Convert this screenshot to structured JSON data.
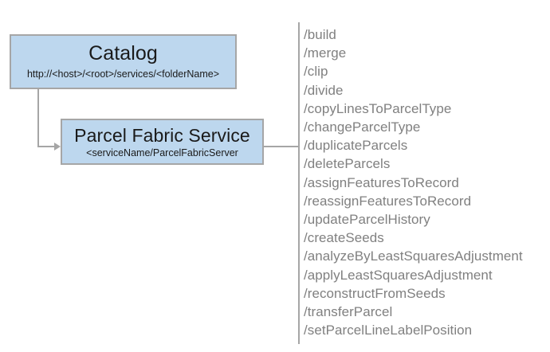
{
  "diagram": {
    "colors": {
      "node_fill": "#bdd7ee",
      "node_border": "#a6a6a6",
      "connector": "#a6a6a6",
      "operation_text": "#808080",
      "node_text": "#1a1a1a",
      "background": "#ffffff"
    },
    "nodes": [
      {
        "id": "catalog",
        "title": "Catalog",
        "subtitle": "http://<host>/<root>/services/<folderName>"
      },
      {
        "id": "parcel-fabric-service",
        "title": "Parcel Fabric Service",
        "subtitle": "<serviceName/ParcelFabricServer"
      }
    ],
    "operations": [
      "/build",
      "/merge",
      "/clip",
      "/divide",
      "/copyLinesToParcelType",
      "/changeParcelType",
      "/duplicateParcels",
      "/deleteParcels",
      "/assignFeaturesToRecord",
      "/reassignFeaturesToRecord",
      "/updateParcelHistory",
      "/createSeeds",
      "/analyzeByLeastSquaresAdjustment",
      "/applyLeastSquaresAdjustment",
      "/reconstructFromSeeds",
      "/transferParcel",
      "/setParcelLineLabelPosition"
    ]
  }
}
